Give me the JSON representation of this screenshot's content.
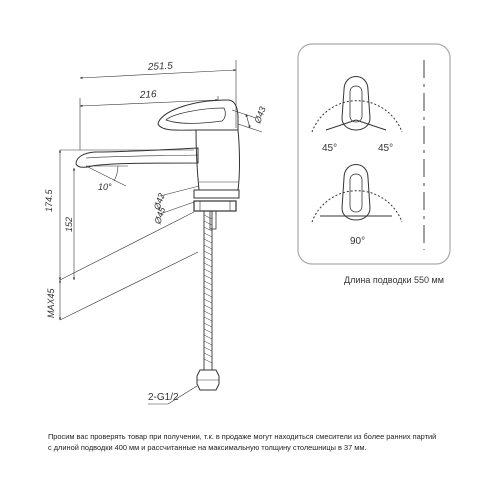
{
  "dimensions": {
    "overall_length": "251.5",
    "spout_reach": "216",
    "diameter_top": "Ø43",
    "spout_angle": "10°",
    "diameter_middle": "Ø42",
    "diameter_base": "Ø45",
    "total_height": "174.5",
    "spout_height": "152",
    "max_thickness": "MAX45",
    "thread": "2-G1/2"
  },
  "inset": {
    "angle_left": "45°",
    "angle_right": "45°",
    "angle_total": "90°",
    "caption": "Длина подводки 550 мм"
  },
  "note": {
    "line1": "Просим вас проверять товар при получении, т.к. в продаже могут находиться смесители из более ранних партий",
    "line2": "с длиной подводки 400 мм и рассчитанные на максимальную толщину столешницы в 37 мм."
  }
}
